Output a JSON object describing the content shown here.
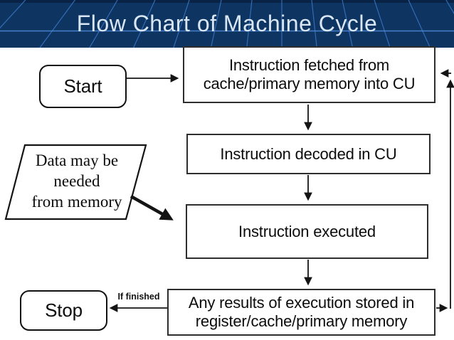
{
  "slide": {
    "title": "Flow Chart of Machine Cycle"
  },
  "flowchart": {
    "nodes": {
      "start": "Start",
      "fetch": "Instruction fetched from cache/primary memory into CU",
      "decode": "Instruction decoded in CU",
      "execute": "Instruction executed",
      "store": "Any results of execution stored in register/cache/primary memory",
      "stop": "Stop"
    },
    "annotation": {
      "lines": [
        "Data may be",
        "needed",
        "from memory"
      ]
    },
    "edge_labels": {
      "finish": "If finished"
    }
  },
  "colors": {
    "header_background": "#0e3462",
    "header_grid_line": "#3a76c4",
    "title_text": "#d9e6f3",
    "box_border": "#141414",
    "box_fill": "#ffffff",
    "text": "#0c0c0c"
  }
}
